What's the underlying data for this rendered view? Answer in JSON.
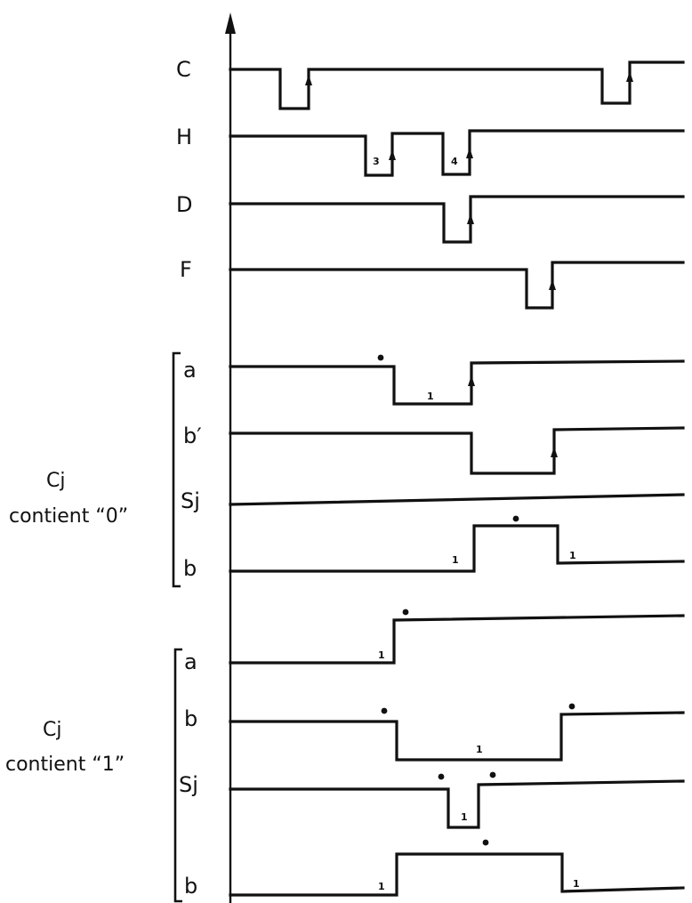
{
  "signals": [
    {
      "id": "C",
      "label": "C"
    },
    {
      "id": "H",
      "label": "H"
    },
    {
      "id": "D",
      "label": "D"
    },
    {
      "id": "F",
      "label": "F"
    },
    {
      "id": "g0a",
      "label": "a"
    },
    {
      "id": "g0bp",
      "label": "b′"
    },
    {
      "id": "g0sj",
      "label": "Sj"
    },
    {
      "id": "g0b",
      "label": "b"
    },
    {
      "id": "g1a",
      "label": "a"
    },
    {
      "id": "g1b",
      "label": "b"
    },
    {
      "id": "g1sj",
      "label": "Sj"
    },
    {
      "id": "g1b2",
      "label": "b"
    }
  ],
  "groups": [
    {
      "line1": "Cj",
      "line2": "contient “0”"
    },
    {
      "line1": "Cj",
      "line2": "contient “1”"
    }
  ],
  "pulse_markers": {
    "H_first": "3",
    "H_second": "4",
    "one": "1"
  }
}
